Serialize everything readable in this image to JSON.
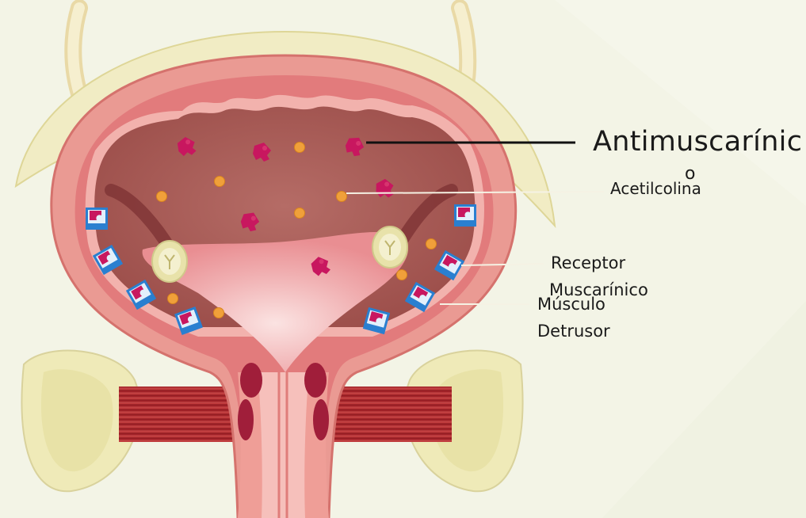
{
  "labels": {
    "antimuscarinic_line1": "Antimuscarínic",
    "antimuscarinic_line2": "o",
    "acetylcholine": "Acetilcolina",
    "receptor_line1": "Receptor",
    "receptor_line2": "Muscarínico",
    "muscle_line1": "Músculo",
    "muscle_line2": "Detrusor"
  },
  "colors": {
    "background": "#f3f4e6",
    "peritoneum": "#f1ecc4",
    "bladder_wall": "#e7928d",
    "lumen": "#b86a62",
    "trigone": "#f5c7c6",
    "antimuscarinic": "#c8175f",
    "receptor": "#2a7fd0",
    "acetylcholine": "#f0a03a",
    "muscle_band": "#a8232b",
    "bone": "#efeab8"
  },
  "icons": [
    "antimuscarinic-molecule-icon",
    "muscarinic-receptor-icon",
    "acetylcholine-molecule-icon"
  ]
}
